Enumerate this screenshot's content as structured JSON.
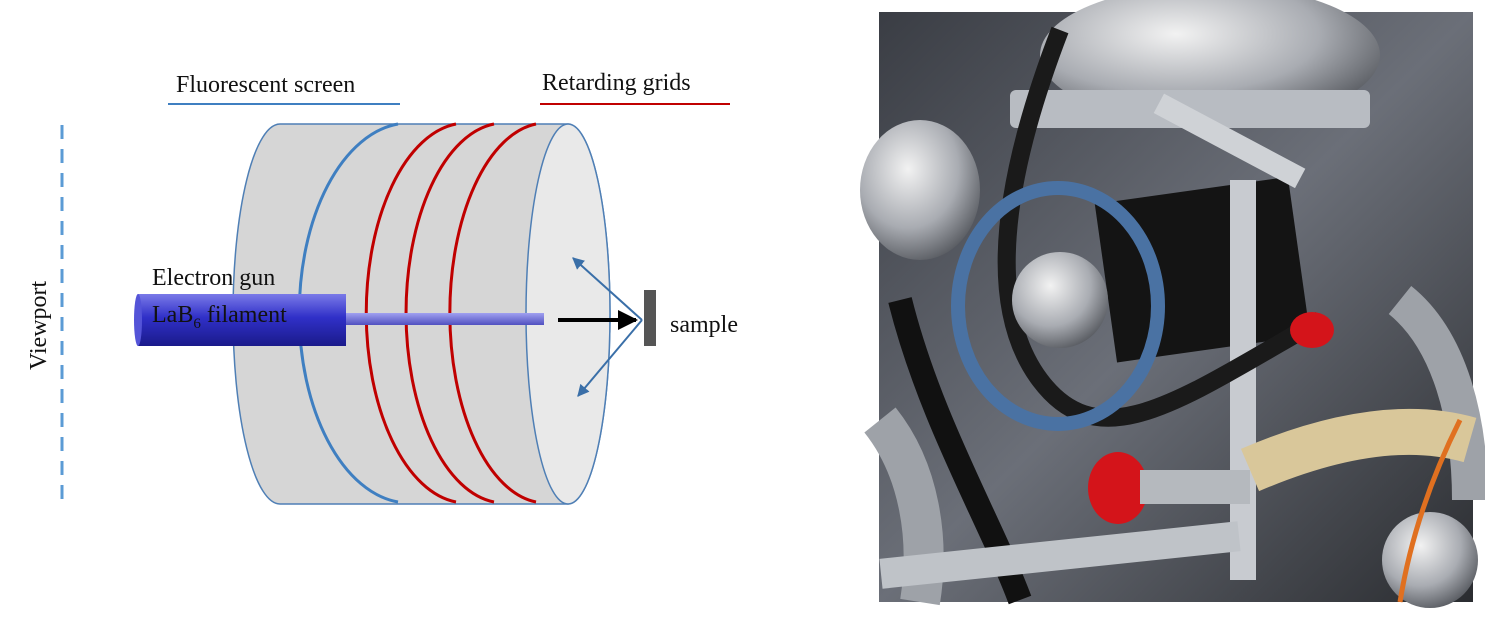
{
  "diagram": {
    "labels": {
      "fluorescent_screen": "Fluorescent screen",
      "retarding_grids": "Retarding grids",
      "viewport": "Viewport",
      "electron_gun": "Electron gun",
      "filament_prefix": "LaB",
      "filament_subscript": "6",
      "filament_suffix": " filament",
      "sample": "sample"
    },
    "colors": {
      "screen_blue": "#3f7fc1",
      "grid_red": "#c00000",
      "cylinder_fill": "#d6d6d6",
      "cylinder_face": "#e9e9e9",
      "cylinder_outline": "#4f7fb5",
      "gun_blue": "#3333cc",
      "beam_blue": "#6a6ad8",
      "viewport_dash": "#5b9bd5",
      "sample_grey": "#555555",
      "arrow_blue": "#3a6fa8"
    }
  },
  "photo": {
    "highlight_color": "#4a72a3",
    "description_icons": [
      "lab-equipment-photo",
      "highlight-circle"
    ]
  }
}
